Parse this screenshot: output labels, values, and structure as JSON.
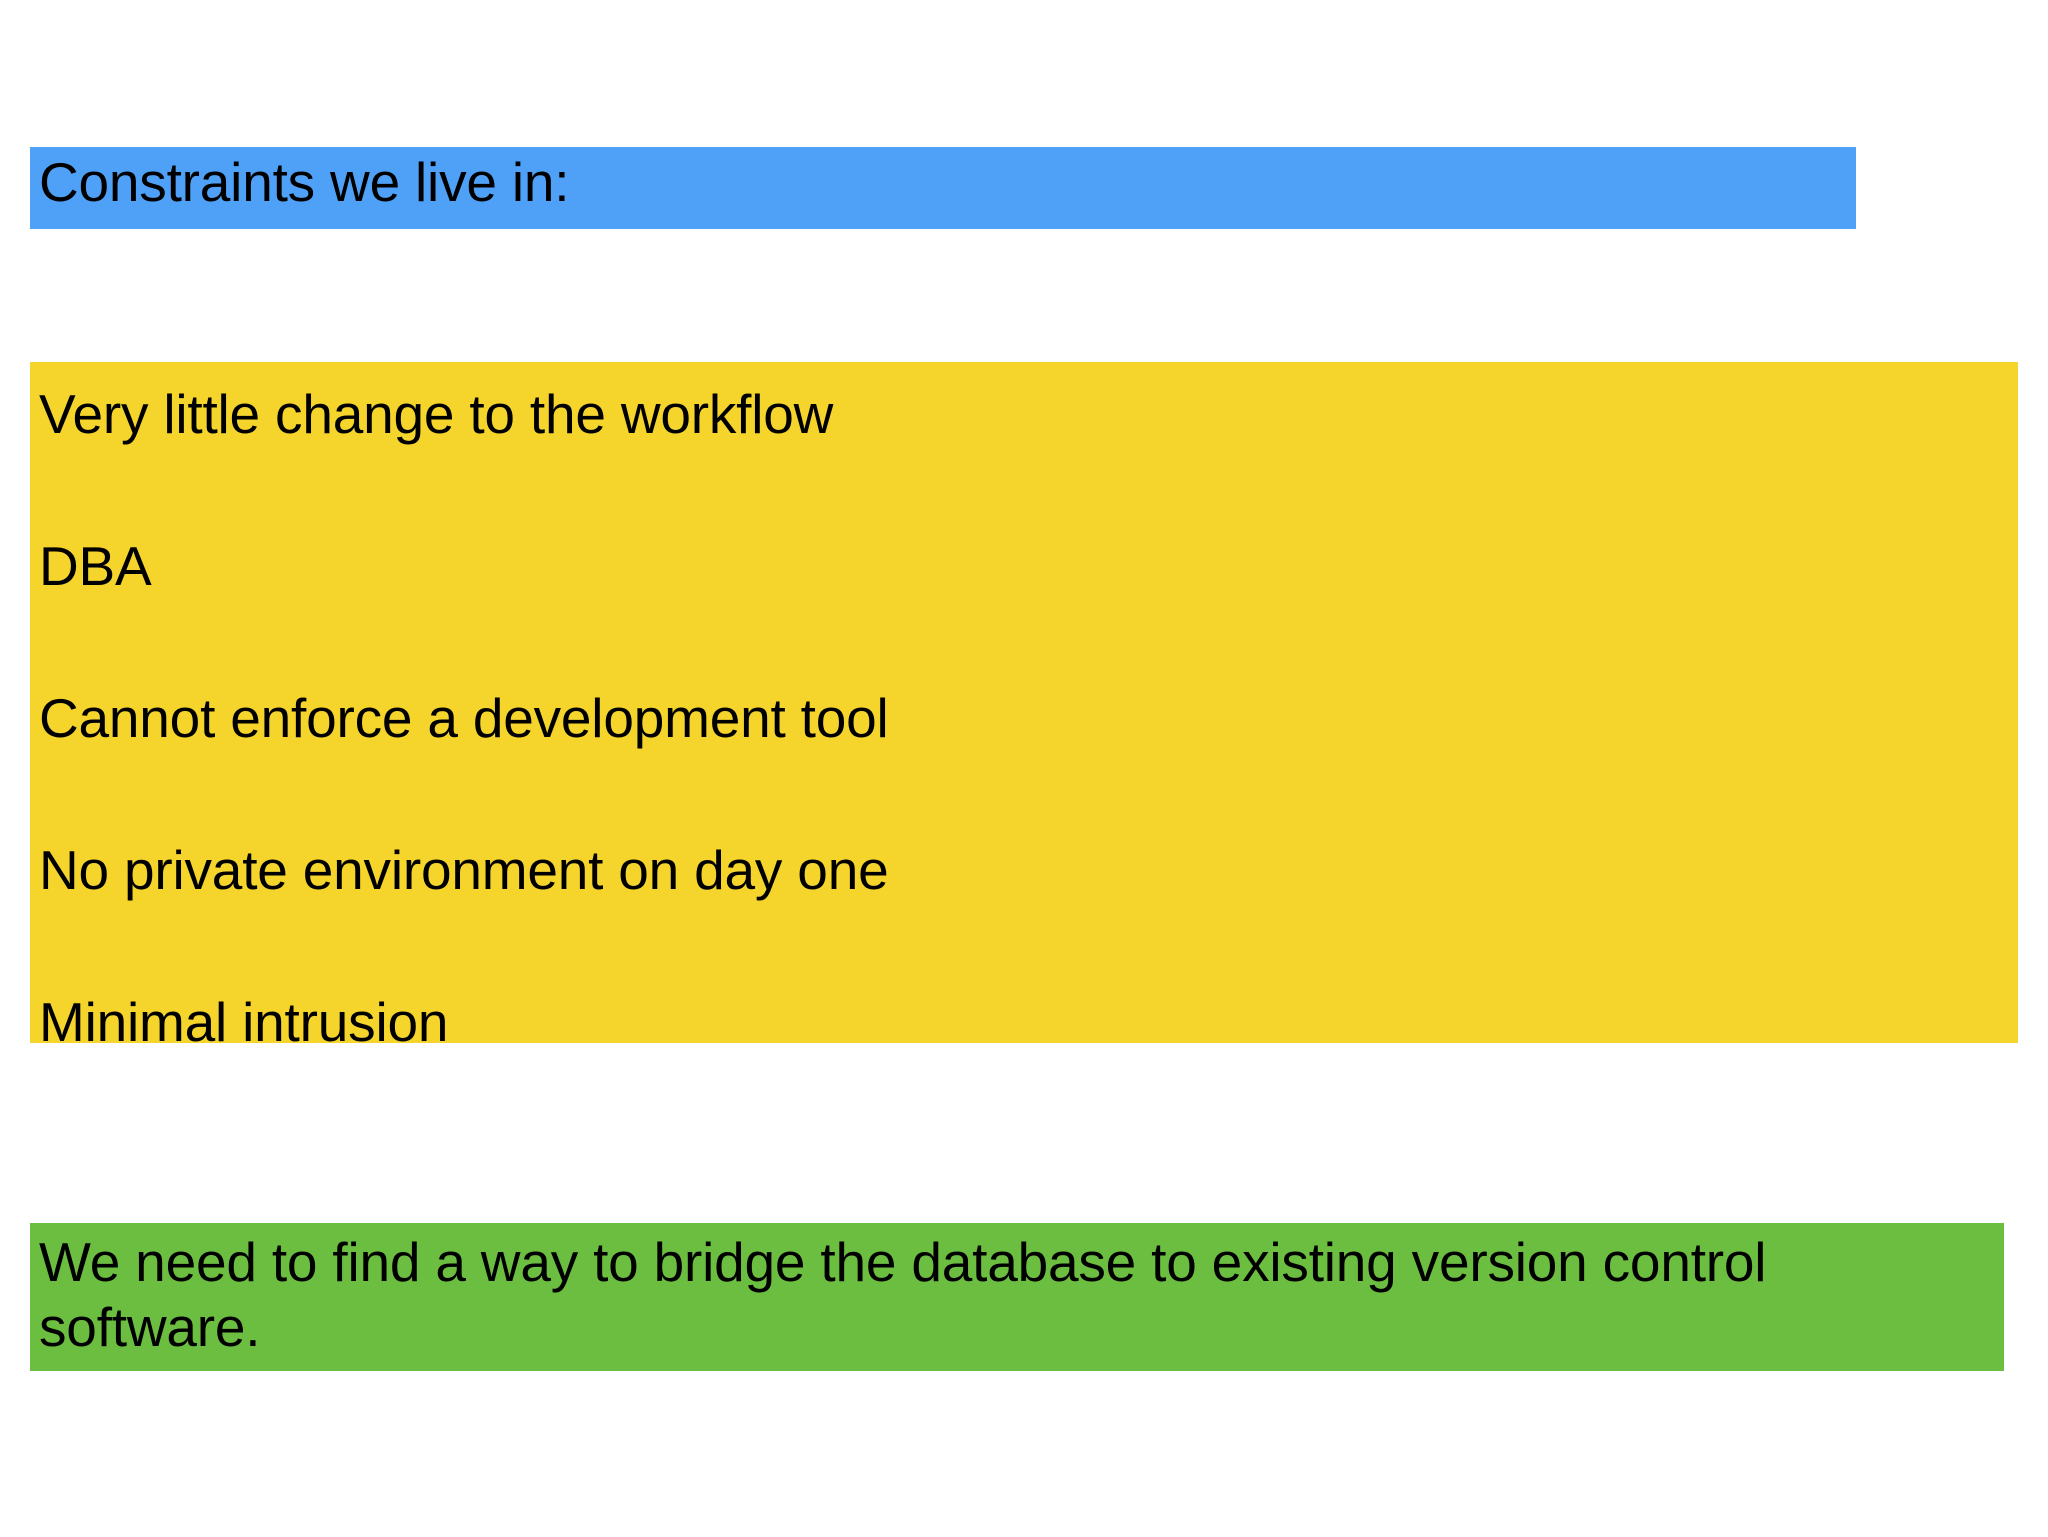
{
  "slide": {
    "background_color": "#FFFFFF",
    "heading": {
      "text": "Constraints we live in:",
      "highlight_color": "#4FA1F7"
    },
    "constraints": {
      "highlight_color": "#F5D42B",
      "items": [
        "Very little change to the workflow",
        "DBA",
        "Cannot enforce a development tool",
        "No private environment on day one",
        "Minimal intrusion"
      ]
    },
    "conclusion": {
      "text": "We need to find a way to bridge the database to existing version control software.",
      "highlight_color": "#6CBE41"
    }
  }
}
